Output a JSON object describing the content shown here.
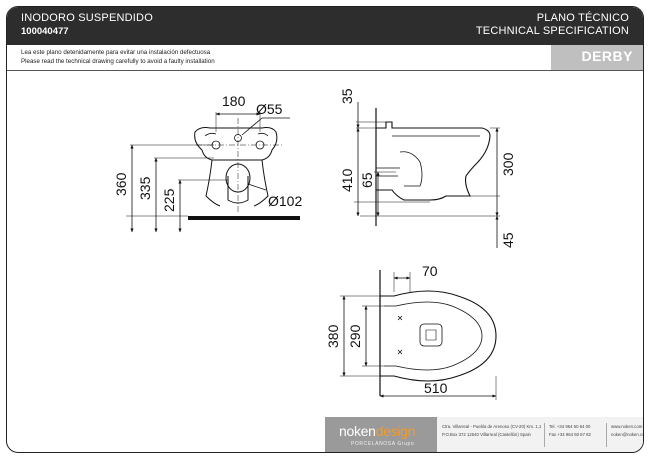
{
  "header": {
    "product_type": "INODORO SUSPENDIDO",
    "product_code": "100040477",
    "spec_es": "PLANO TÉCNICO",
    "spec_en": "TECHNICAL SPECIFICATION"
  },
  "notice": {
    "es": "Lea este plano detenidamente para evitar una instalación defectuosa",
    "en": "Please read the technical drawing carefully to avoid a faulty installation"
  },
  "model": "DERBY",
  "dimensions": {
    "width_180": "180",
    "dia_55": "Ø55",
    "dia_102": "Ø102",
    "h_360": "360",
    "h_335": "335",
    "h_225": "225",
    "top_35": "35",
    "h_410": "410",
    "h_65": "65",
    "h_300": "300",
    "bottom_45": "45",
    "top_70": "70",
    "h_380": "380",
    "h_290": "290",
    "length_510": "510"
  },
  "footer": {
    "logo_a": "noken",
    "logo_b": "design",
    "logo_sub": "PORCELANOSA Grupo",
    "address_1": "Ctra. Villarreal - Puebla de Arenoso (CV-20) Km. 1,1",
    "address_2": "P.O.Box 372 12540 Villarreal (Castellón) Spain",
    "tel": "Tel. +34 964 50 64 00",
    "fax": "Fax +34 964 50 67 82",
    "web": "www.noken.com",
    "email": "noken@noken.com"
  },
  "colors": {
    "header_bg": "#2d2d2d",
    "model_bg": "#bfbfbf",
    "logo_accent": "#f39a2b"
  }
}
